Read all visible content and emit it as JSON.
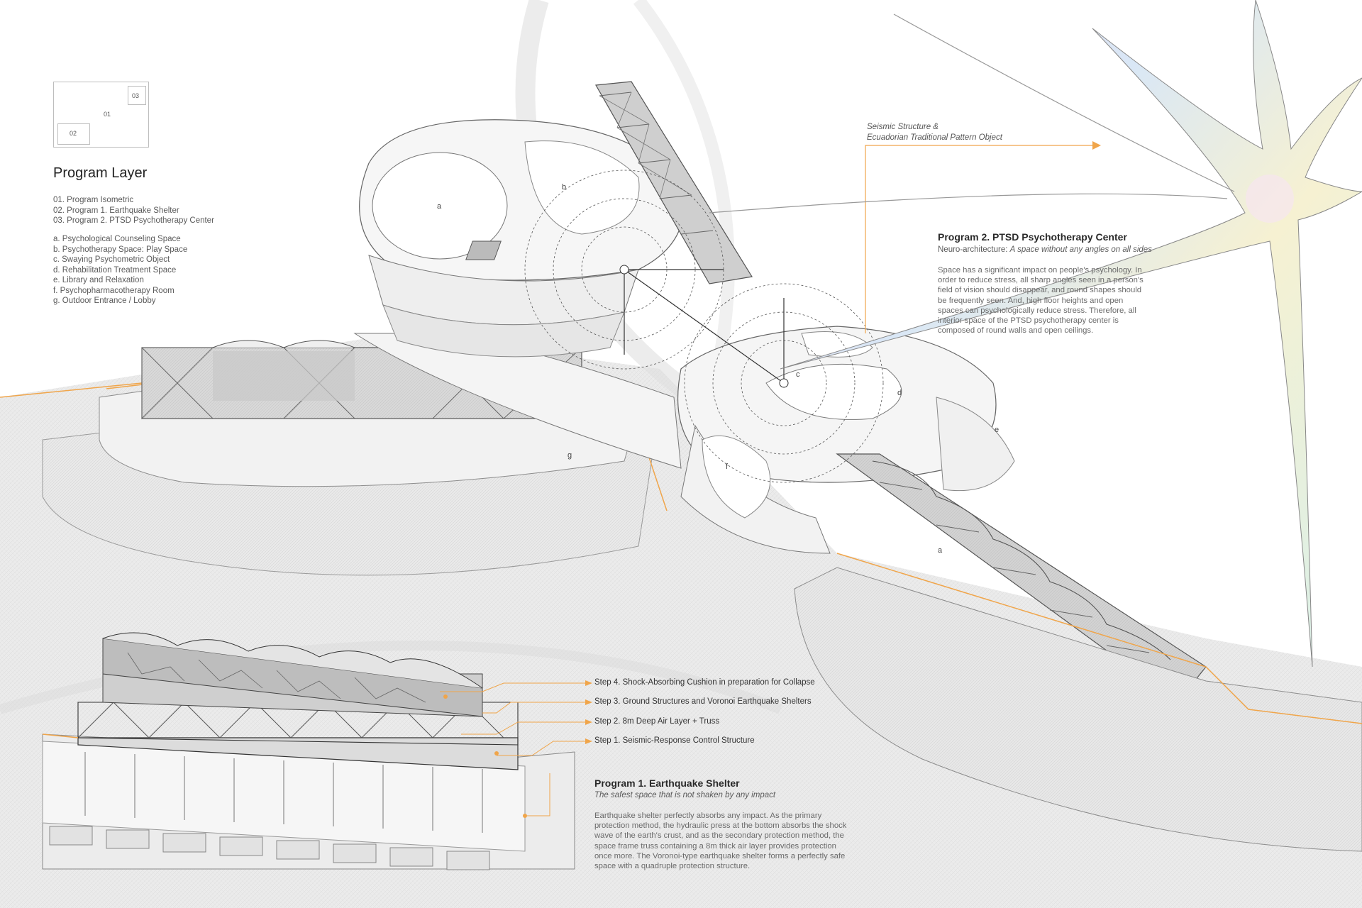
{
  "key_plan": {
    "n01": "01",
    "n02": "02",
    "n03": "03"
  },
  "program_layer": {
    "title": "Program Layer",
    "programs": [
      "01. Program Isometric",
      "02. Program 1. Earthquake Shelter",
      "03. Program 2. PTSD Psychotherapy Center"
    ],
    "spaces": [
      "a. Psychological Counseling Space",
      "b. Psychotherapy Space: Play Space",
      "c. Swaying Psychometric Object",
      "d. Rehabilitation Treatment Space",
      "e. Library and Relaxation",
      "f. Psychopharmacotherapy Room",
      "g. Outdoor Entrance / Lobby"
    ]
  },
  "seismic_annotation": {
    "line1": "Seismic Structure &",
    "line2": "Ecuadorian Traditional Pattern Object"
  },
  "ptsd_center": {
    "title": "Program 2. PTSD Psychotherapy Center",
    "subtitle_lead": "Neuro-architecture: ",
    "subtitle_italic": "A space without any angles on all sides",
    "body": "Space has a significant impact on people's psychology. In order to reduce stress, all sharp angles seen in a person's field of vision should disappear, and round shapes should be frequently seen. And, high floor heights and open spaces can psychologically reduce stress. Therefore, all interior space of the PTSD psychotherapy center is composed of round walls and open ceilings."
  },
  "space_labels": {
    "a": "a",
    "b": "b",
    "c": "c",
    "d": "d",
    "e": "e",
    "f": "f",
    "g": "g",
    "a2": "a"
  },
  "steps": [
    "Step 4. Shock-Absorbing Cushion in preparation for Collapse",
    "Step 3. Ground Structures and Voronoi Earthquake Shelters",
    "Step 2. 8m Deep Air Layer + Truss",
    "Step 1. Seismic-Response Control Structure"
  ],
  "shelter": {
    "title": "Program 1. Earthquake Shelter",
    "subtitle": "The safest space that is not shaken by any impact",
    "body": "Earthquake shelter perfectly absorbs any impact. As the primary protection method, the hydraulic press at the bottom absorbs the shock wave of the earth's crust, and as the secondary protection method, the space frame truss containing a 8m thick air layer provides protection once more. The Voronoi-type earthquake shelter forms a perfectly safe space with a quadruple protection structure."
  },
  "colors": {
    "accent_orange": "#f0a54a",
    "line": "#7a7a7a",
    "fill_light": "#f1f1f1",
    "ground": "#e6e6e6"
  }
}
